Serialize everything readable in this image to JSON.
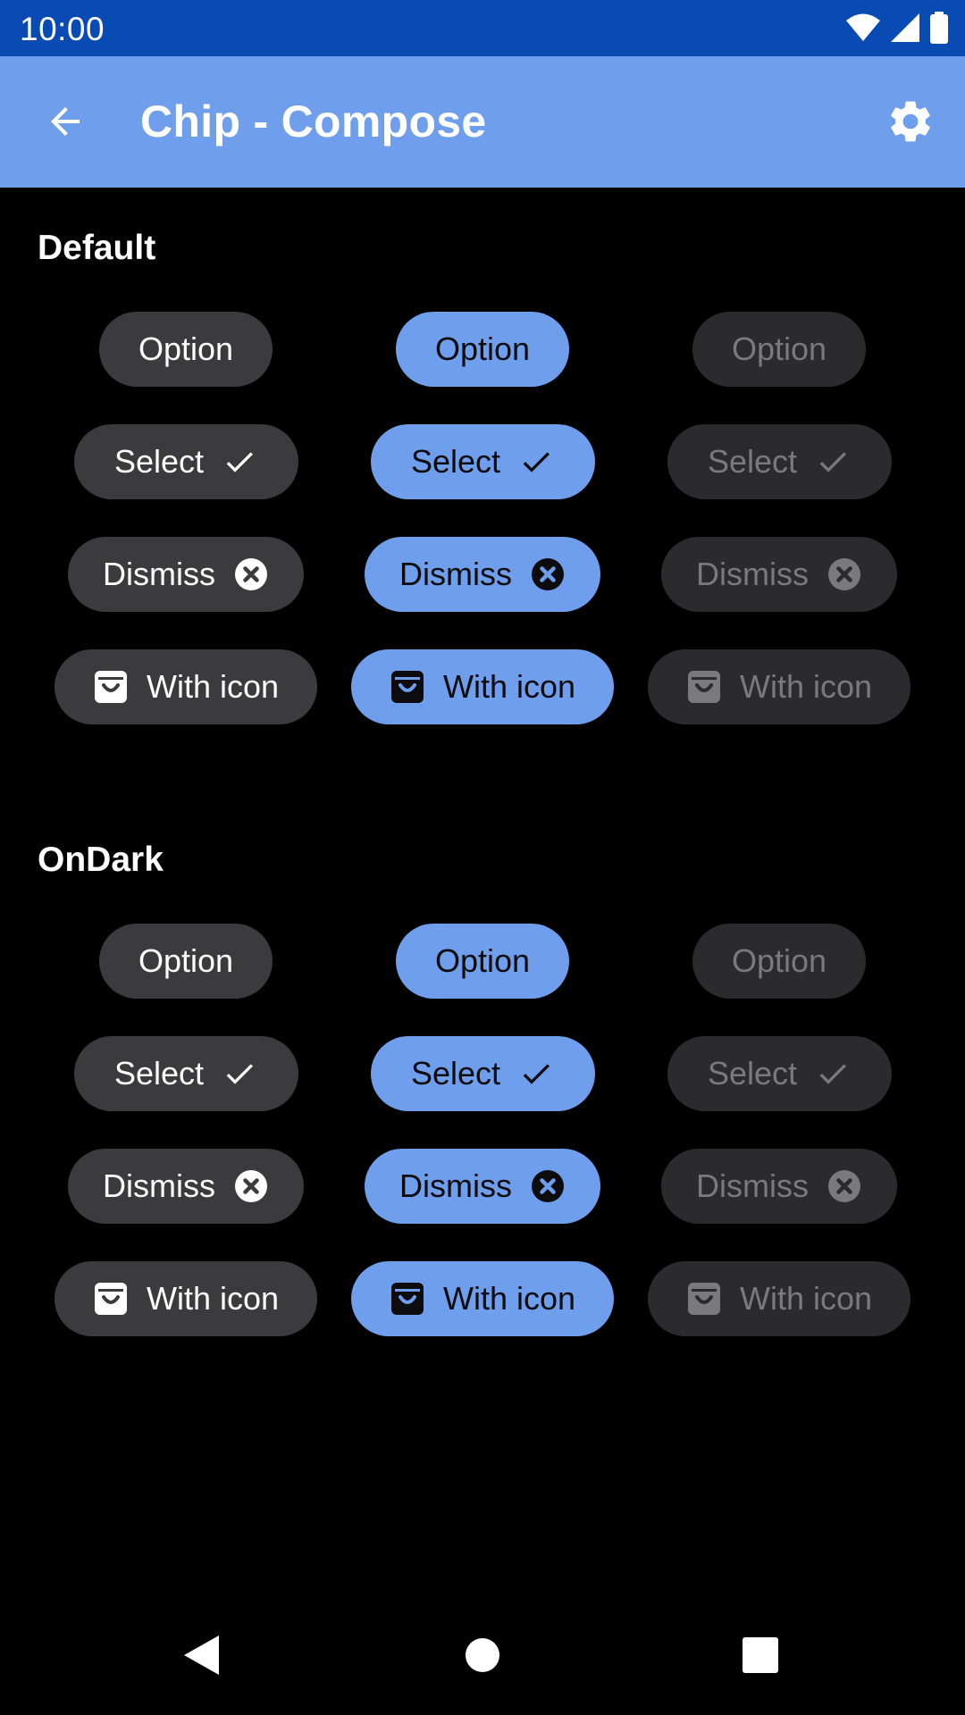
{
  "status_bar": {
    "time": "10:00"
  },
  "app_bar": {
    "title": "Chip - Compose"
  },
  "sections": [
    {
      "title": "Default",
      "rows": [
        {
          "kind": "option",
          "labels": [
            "Option",
            "Option",
            "Option"
          ]
        },
        {
          "kind": "select",
          "labels": [
            "Select",
            "Select",
            "Select"
          ]
        },
        {
          "kind": "dismiss",
          "labels": [
            "Dismiss",
            "Dismiss",
            "Dismiss"
          ]
        },
        {
          "kind": "with-icon",
          "labels": [
            "With icon",
            "With icon",
            "With icon"
          ]
        }
      ]
    },
    {
      "title": "OnDark",
      "rows": [
        {
          "kind": "option",
          "labels": [
            "Option",
            "Option",
            "Option"
          ]
        },
        {
          "kind": "select",
          "labels": [
            "Select",
            "Select",
            "Select"
          ]
        },
        {
          "kind": "dismiss",
          "labels": [
            "Dismiss",
            "Dismiss",
            "Dismiss"
          ]
        },
        {
          "kind": "with-icon",
          "labels": [
            "With icon",
            "With icon",
            "With icon"
          ]
        }
      ]
    }
  ],
  "chip_states": [
    "default",
    "selected",
    "disabled"
  ],
  "colors": {
    "status_bar": "#0a4ab3",
    "app_bar": "#6e9eec",
    "background": "#000000",
    "chip_default": "#3b3b3d",
    "chip_selected": "#6e9eec",
    "chip_disabled": "#2b2b2d"
  },
  "icons": {
    "back": "arrow-back-icon",
    "settings": "gear-icon",
    "select": "check-icon",
    "dismiss": "close-circle-icon",
    "with_icon": "shopping-bag-icon"
  }
}
